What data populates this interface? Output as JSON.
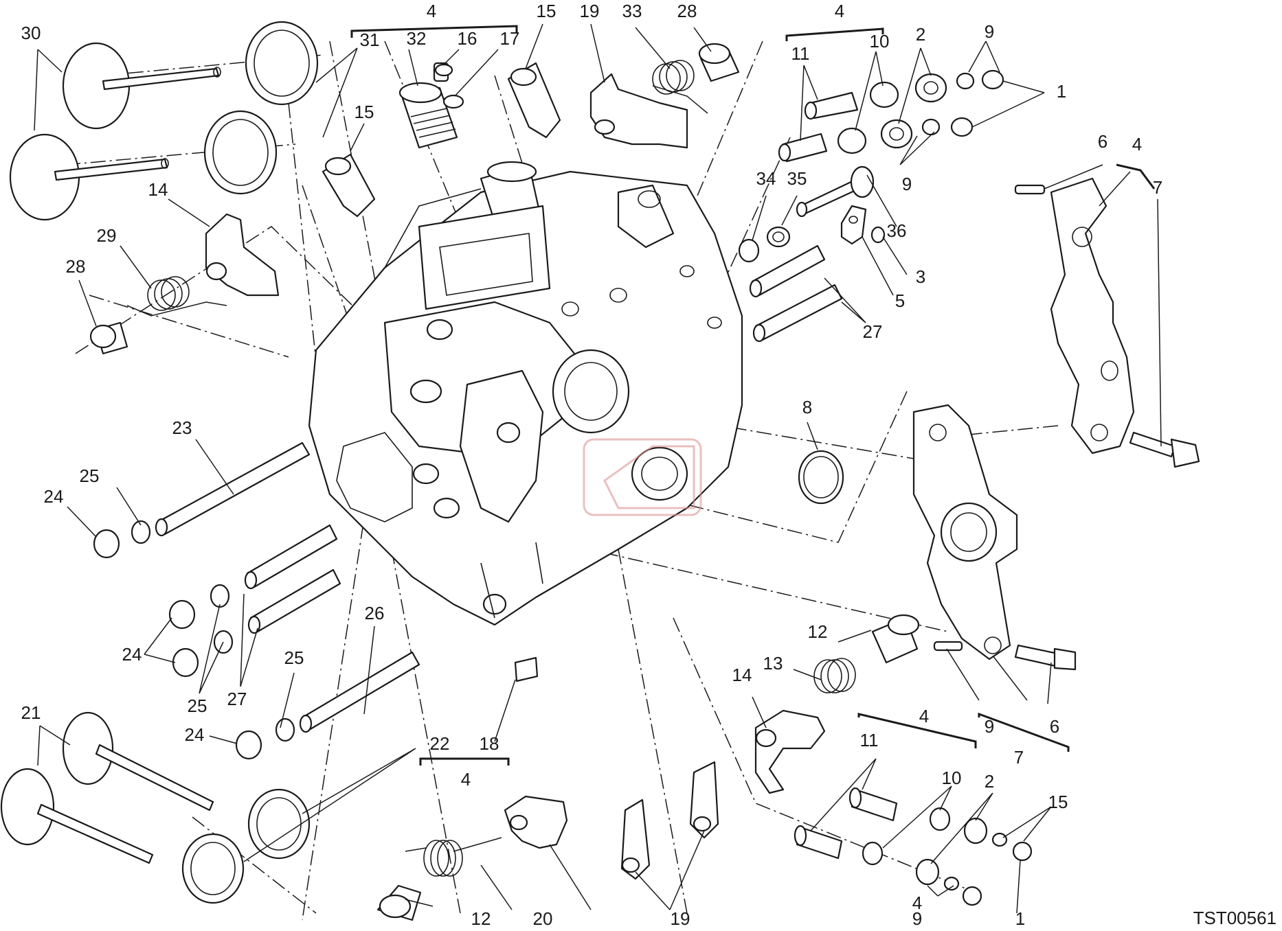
{
  "diagram": {
    "drawing_code": "TST00561",
    "callouts": [
      "30",
      "31",
      "4",
      "32",
      "16",
      "17",
      "15",
      "19",
      "33",
      "28",
      "4",
      "11",
      "10",
      "2",
      "9",
      "1",
      "15",
      "14",
      "29",
      "28",
      "34",
      "35",
      "36",
      "3",
      "5",
      "27",
      "6",
      "4",
      "7",
      "9",
      "8",
      "23",
      "25",
      "24",
      "24",
      "25",
      "27",
      "26",
      "25",
      "24",
      "21",
      "22",
      "18",
      "4",
      "12",
      "13",
      "14",
      "11",
      "4",
      "10",
      "2",
      "9",
      "6",
      "7",
      "4",
      "12",
      "20",
      "19",
      "15",
      "9",
      "1"
    ]
  }
}
